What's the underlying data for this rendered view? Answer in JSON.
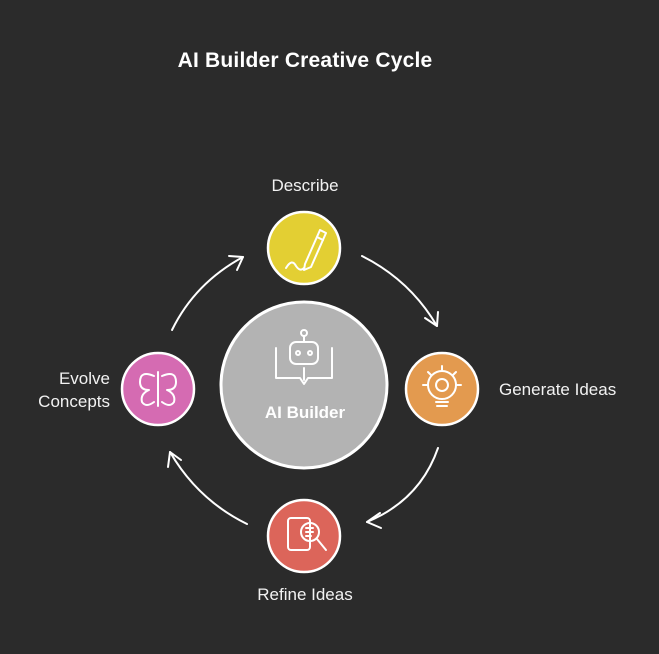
{
  "title": "AI Builder Creative Cycle",
  "center": {
    "label": "AI Builder",
    "icon": "robot-book-icon",
    "color": "#b3b3b3"
  },
  "steps": [
    {
      "label": "Describe",
      "icon": "pen-icon",
      "color": "#e3cf33"
    },
    {
      "label": "Generate Ideas",
      "icon": "lightbulb-gear-icon",
      "color": "#e39a4f"
    },
    {
      "label": "Refine Ideas",
      "icon": "document-magnifier-icon",
      "color": "#dc655a"
    },
    {
      "label": "Evolve Concepts",
      "icon": "butterfly-icon",
      "color": "#d56bb2"
    }
  ],
  "colors": {
    "background": "#2b2b2b",
    "text": "#ffffff",
    "arrow": "#ffffff"
  }
}
